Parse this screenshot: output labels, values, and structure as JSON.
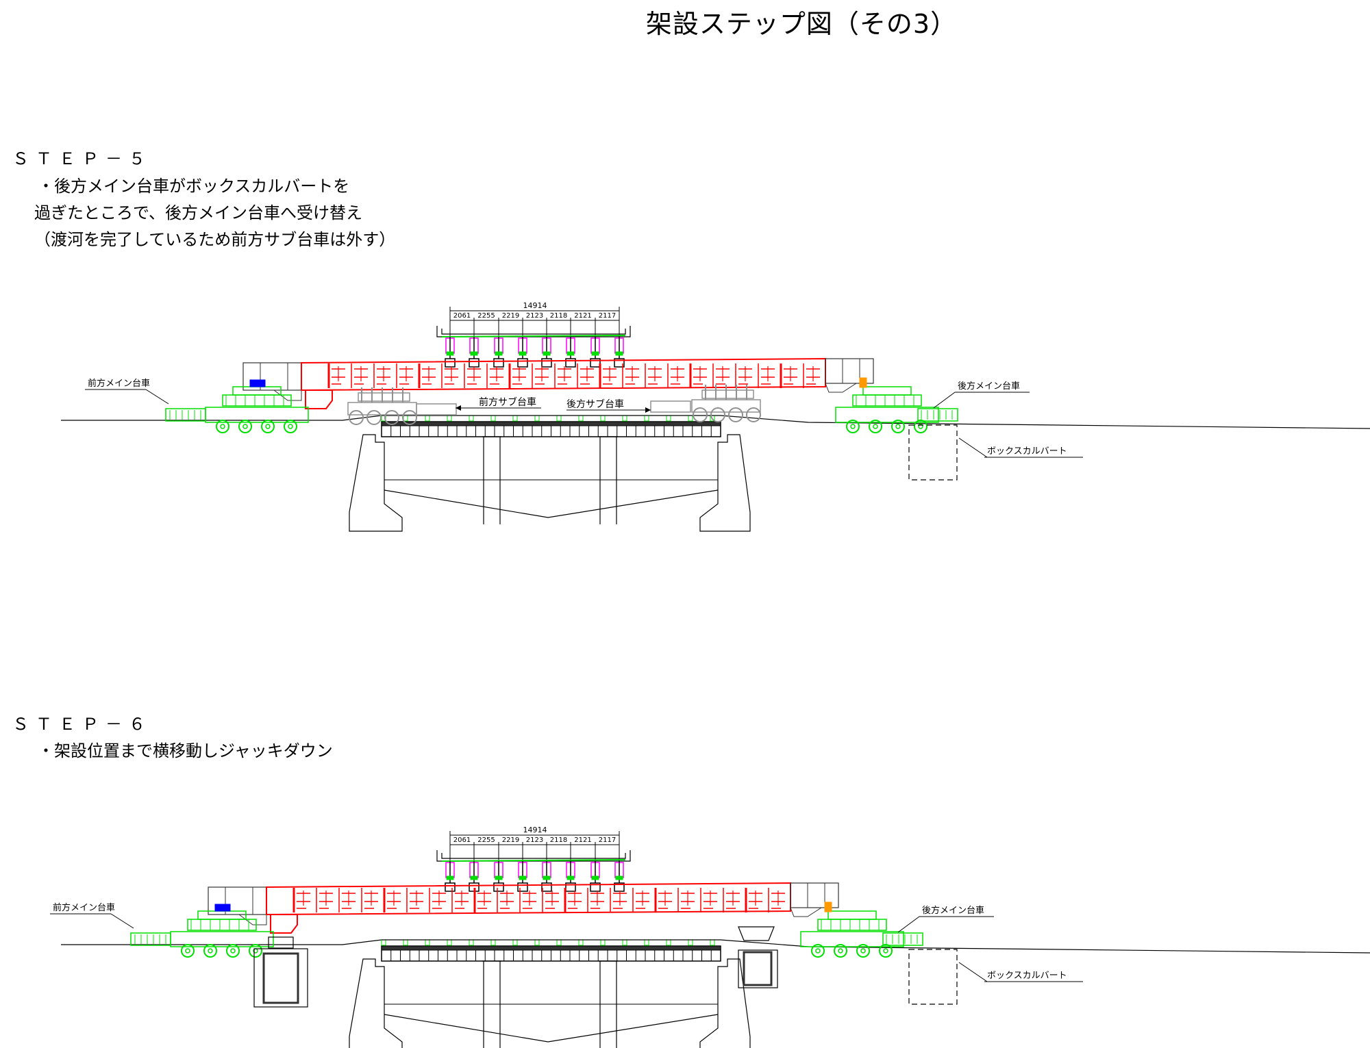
{
  "title": "架設ステップ図（その3）",
  "colors": {
    "girder": "#ff0000",
    "cart": "#00e000",
    "sub_cart": "#909090",
    "jack": "#ff00ff",
    "jack_base": "#0000ff",
    "line": "#000000"
  },
  "steps": [
    {
      "label": "ＳＴＥＰ－５",
      "notes": [
        "・後方メイン台車がボックスカルバートを",
        "過ぎたところで、後方メイン台車へ受け替え",
        "（渡河を完了しているため前方サブ台車は外す）"
      ],
      "labels": {
        "front_main_cart": "前方メイン台車",
        "rear_main_cart": "後方メイン台車",
        "front_sub_cart": "前方サブ台車",
        "rear_sub_cart": "後方サブ台車",
        "box_culvert": "ボックスカルバート"
      },
      "dimensions": {
        "total": "14914",
        "spans": [
          "2061",
          "2255",
          "2219",
          "2123",
          "2118",
          "2121",
          "2117"
        ]
      }
    },
    {
      "label": "ＳＴＥＰ－６",
      "notes": [
        "・架設位置まで横移動しジャッキダウン"
      ],
      "labels": {
        "front_main_cart": "前方メイン台車",
        "rear_main_cart": "後方メイン台車",
        "box_culvert": "ボックスカルバート"
      },
      "dimensions": {
        "total": "14914",
        "spans": [
          "2061",
          "2255",
          "2219",
          "2123",
          "2118",
          "2121",
          "2117"
        ]
      }
    }
  ]
}
